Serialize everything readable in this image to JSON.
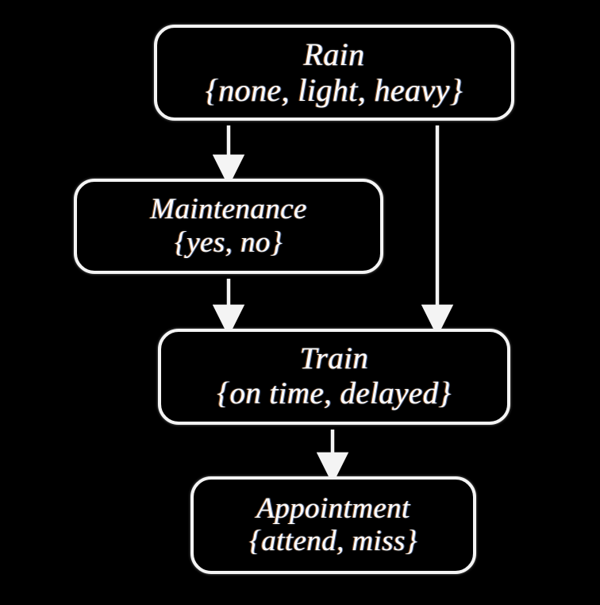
{
  "diagram": {
    "type": "bayesian-network",
    "background_color": "#000000",
    "node_border_color": "#f4f4f4",
    "text_color": "#ffffff",
    "edge_color": "#f4f4f4",
    "nodes": [
      {
        "id": "rain",
        "name": "Rain",
        "states": "{none, light, heavy}",
        "states_list": [
          "none",
          "light",
          "heavy"
        ]
      },
      {
        "id": "maintenance",
        "name": "Maintenance",
        "states": "{yes, no}",
        "states_list": [
          "yes",
          "no"
        ]
      },
      {
        "id": "train",
        "name": "Train",
        "states": "{on time, delayed}",
        "states_list": [
          "on time",
          "delayed"
        ]
      },
      {
        "id": "appointment",
        "name": "Appointment",
        "states": "{attend, miss}",
        "states_list": [
          "attend",
          "miss"
        ]
      }
    ],
    "edges": [
      {
        "id": "rain-to-maintenance",
        "from": "Rain",
        "to": "Maintenance"
      },
      {
        "id": "rain-to-train",
        "from": "Rain",
        "to": "Train"
      },
      {
        "id": "maintenance-to-train",
        "from": "Maintenance",
        "to": "Train"
      },
      {
        "id": "train-to-appointment",
        "from": "Train",
        "to": "Appointment"
      }
    ]
  }
}
